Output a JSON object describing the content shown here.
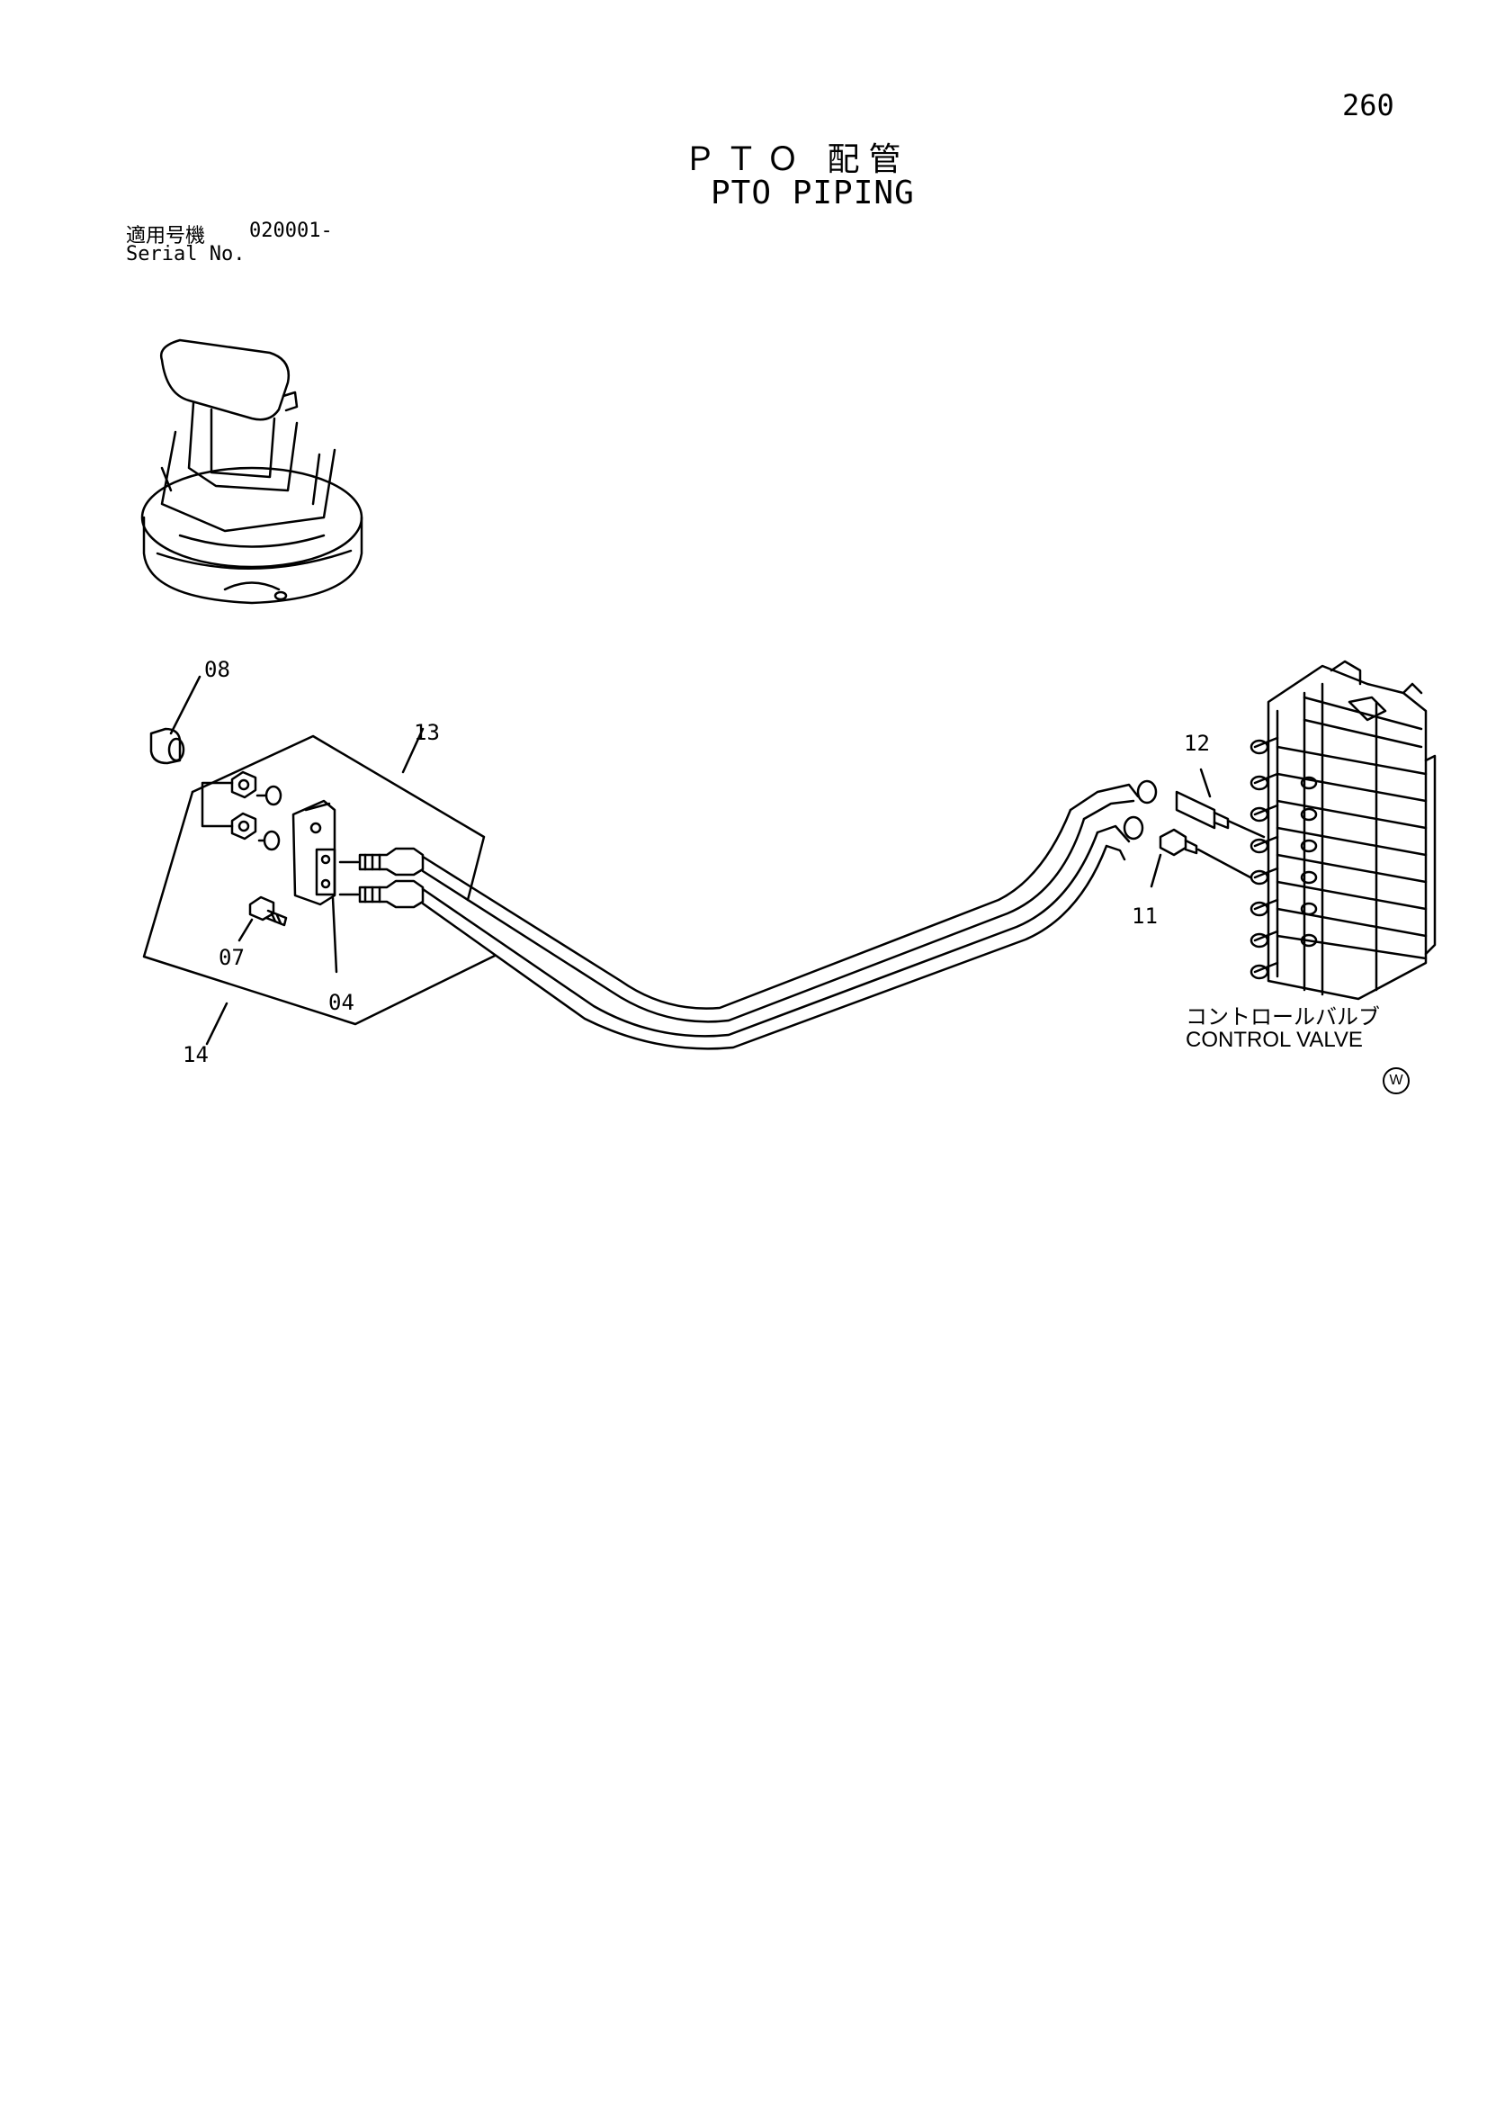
{
  "header": {
    "page_number": "260",
    "title_jp": "ＰＴＯ 配管",
    "title_en": "PTO PIPING"
  },
  "serial": {
    "label_jp": "適用号機",
    "value": "020001-",
    "label_en": "Serial No."
  },
  "callouts": {
    "c08": "08",
    "c13": "13",
    "c07": "07",
    "c04": "04",
    "c14": "14",
    "c12": "12",
    "c11": "11"
  },
  "control_valve": {
    "label_jp": "コントロールバルブ",
    "label_en": "CONTROL VALVE"
  },
  "watermark": "W"
}
